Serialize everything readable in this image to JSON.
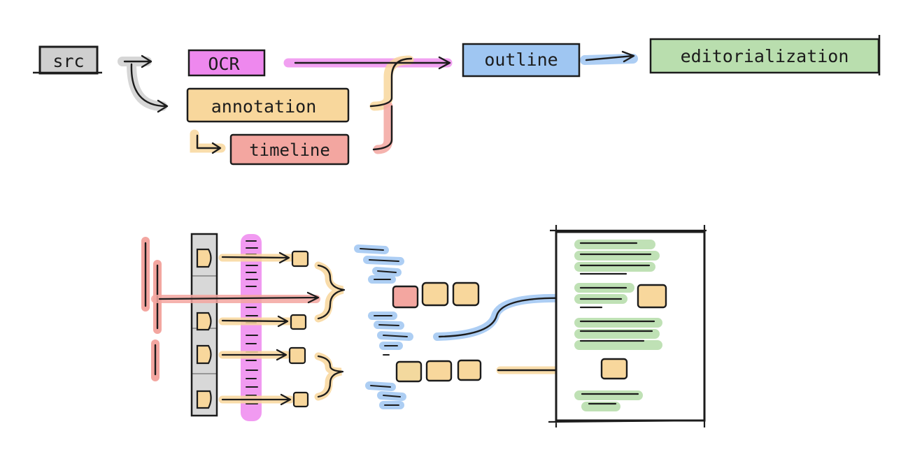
{
  "pipeline": {
    "nodes": {
      "src": "src",
      "ocr": "OCR",
      "annotation": "annotation",
      "timeline": "timeline",
      "outline": "outline",
      "editorialization": "editorialization"
    }
  },
  "colors": {
    "ink": "#1c1c1c",
    "gray": "#cfcfcf",
    "magenta": "#ee88ee",
    "orange": "#f8d79c",
    "red": "#f3a6a0",
    "blue": "#9fc6f2",
    "green": "#b9deae",
    "track": "#d8d8d8"
  }
}
